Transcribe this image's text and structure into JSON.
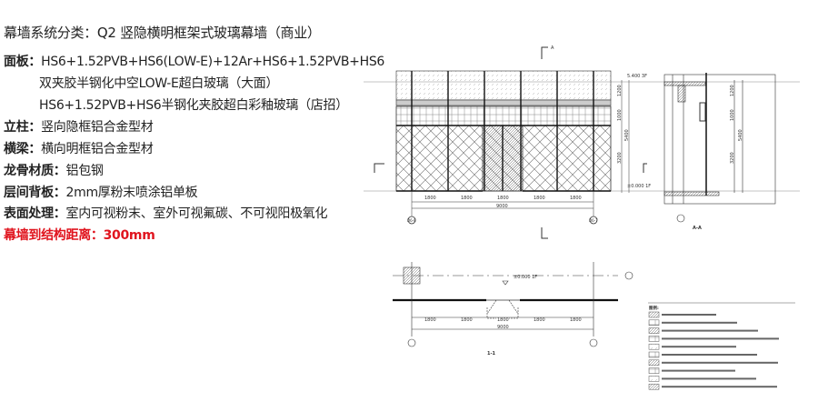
{
  "title": "幕墙系统分类：Q2 竖隐横明框架式玻璃幕墙（商业）",
  "spec": [
    {
      "label": "面板：",
      "value": "HS6+1.52PVB+HS6(LOW-E)+12Ar+HS6+1.52PVB+HS6"
    },
    {
      "label": "",
      "value": "双夹胶半钢化中空LOW-E超白玻璃（大面）"
    },
    {
      "label": "",
      "value": "HS6+1.52PVB+HS6半钢化夹胶超白彩釉玻璃（店招）"
    },
    {
      "label": "立柱：",
      "value": "竖向隐框铝合金型材"
    },
    {
      "label": "横梁：",
      "value": "横向明框铝合金型材"
    },
    {
      "label": "龙骨材质：",
      "value": "铝包钢"
    },
    {
      "label": "层间背板：",
      "value": "2mm厚粉末喷涂铝单板"
    },
    {
      "label": "表面处理：",
      "value": "室内可视粉末、室外可视氟碳、不可视阳极氧化"
    }
  ],
  "highlight": "幕墙到结构距离：300mm",
  "highlight_color": "#e0141e",
  "drawing": {
    "bay_dims": [
      "1800",
      "1800",
      "1800",
      "1800",
      "1800"
    ],
    "total_dim": "9000",
    "height_dims": [
      "1200",
      "1000",
      "3200"
    ],
    "total_height": "5400",
    "top_level": "5.400 3F",
    "ground_level": "±0.000 1F",
    "plan_level": "±0.000 1F",
    "axis_left": "D6-8",
    "axis_right": "D6-7",
    "section_mark": "A",
    "plan_title": "1-1",
    "section_title": "A-A",
    "legend_title": "图例:"
  }
}
